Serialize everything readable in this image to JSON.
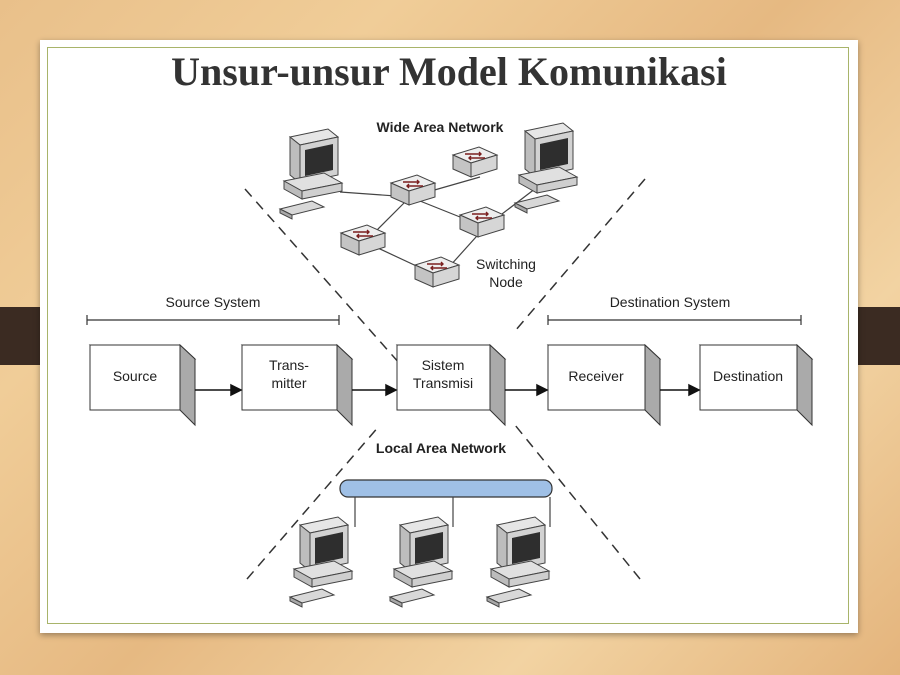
{
  "slide": {
    "title": "Unsur-unsur Model Komunikasi"
  },
  "diagram": {
    "wan_label": "Wide Area Network",
    "switching_label_line1": "Switching",
    "switching_label_line2": "Node",
    "source_system_label": "Source System",
    "destination_system_label": "Destination System",
    "lan_label": "Local Area Network",
    "boxes": [
      {
        "line1": "Source",
        "line2": ""
      },
      {
        "line1": "Trans-",
        "line2": "mitter"
      },
      {
        "line1": "Sistem",
        "line2": "Transmisi"
      },
      {
        "line1": "Receiver",
        "line2": ""
      },
      {
        "line1": "Destination",
        "line2": ""
      }
    ]
  },
  "colors": {
    "background": "#e9c08a",
    "tab": "#3b2b22",
    "slide_border": "#a8b46a",
    "lan_bus": "#9fc0e6"
  }
}
